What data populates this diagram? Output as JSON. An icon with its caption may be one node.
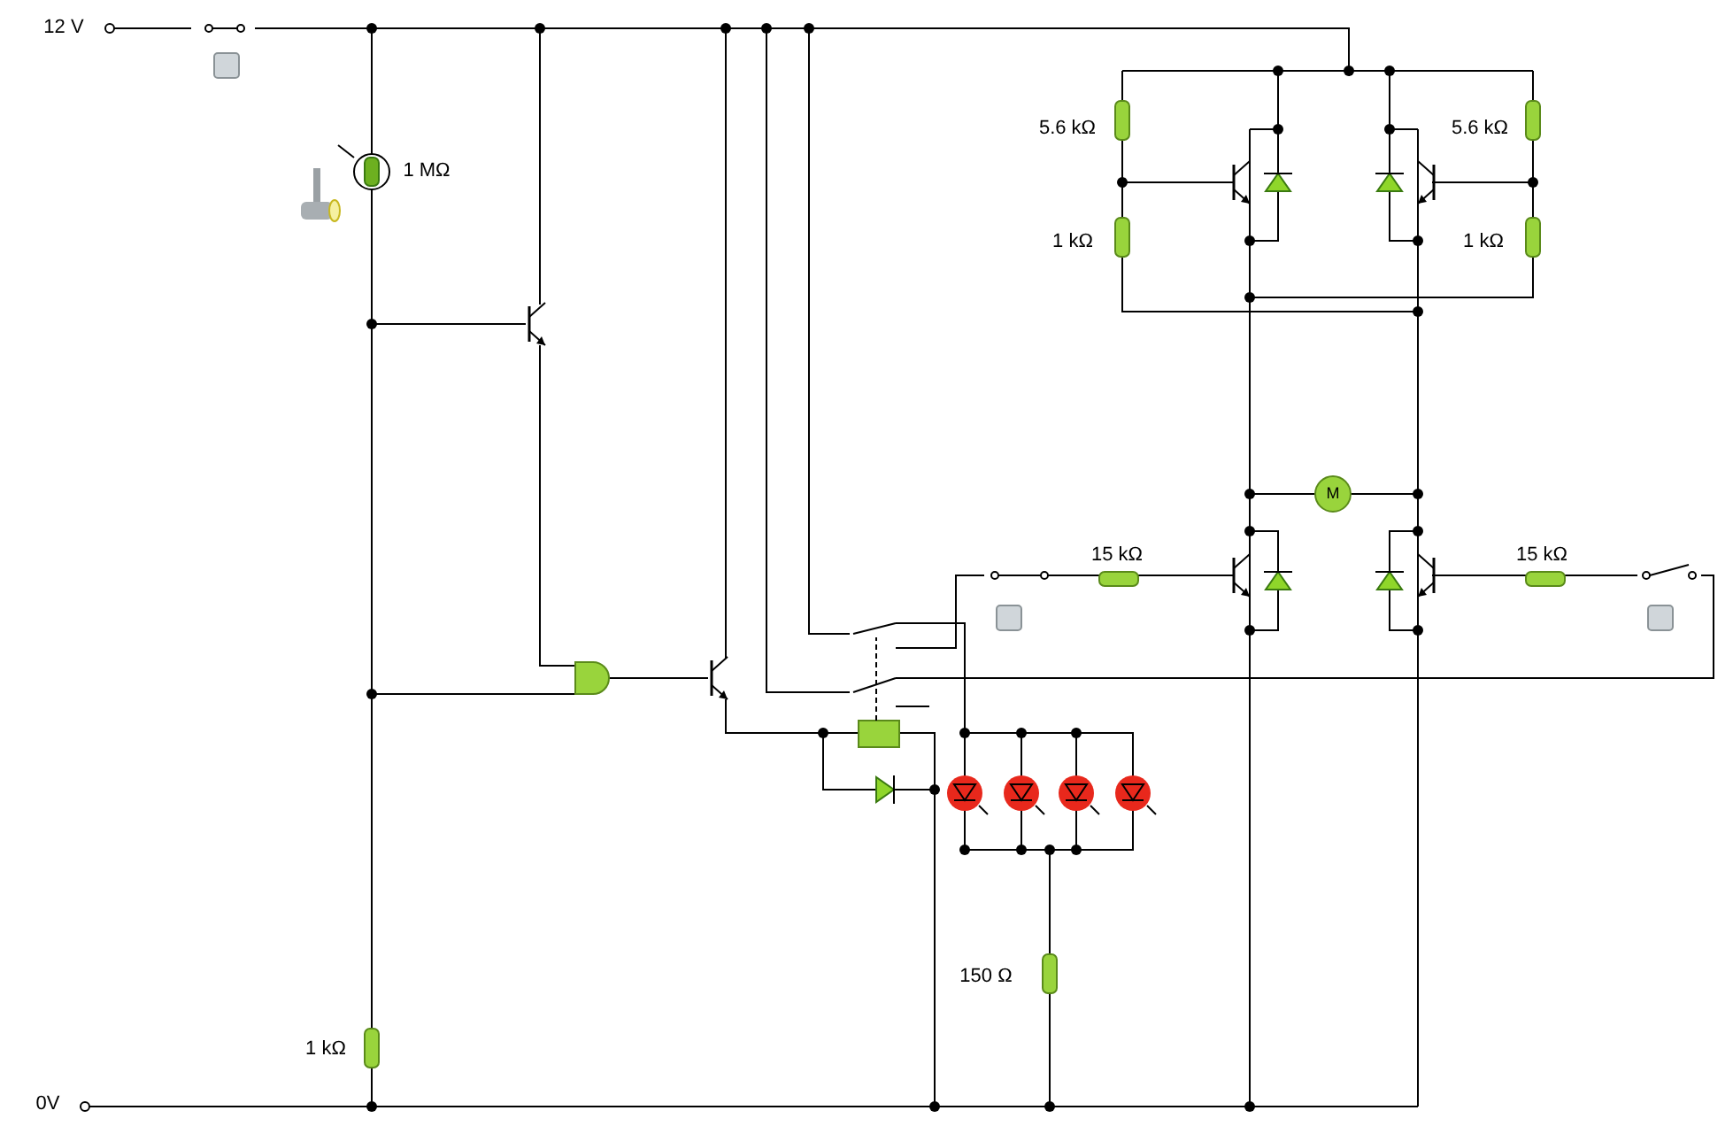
{
  "diagram": {
    "labels": [
      "12 V",
      "1 MΩ",
      "5.6 kΩ",
      "5.6 kΩ",
      "1 kΩ",
      "1 kΩ",
      "M",
      "15 kΩ",
      "15 kΩ",
      "150 Ω",
      "1 kΩ",
      "0V"
    ]
  }
}
